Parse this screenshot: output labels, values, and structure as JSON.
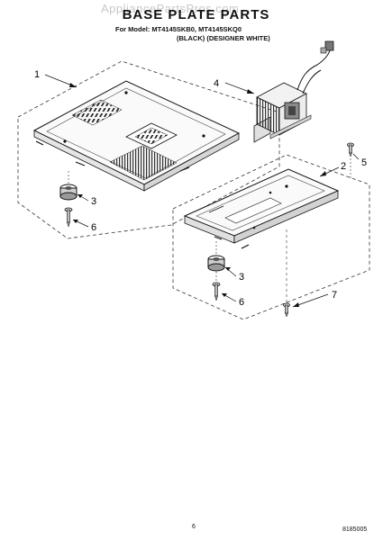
{
  "header": {
    "watermark": "AppliancePartsPros.com",
    "title": "BASE PLATE PARTS",
    "model_line": "For Model: MT4145SKB0, MT4145SKQ0",
    "variant_line": "(BLACK) (DESIGNER WHITE)"
  },
  "callouts": {
    "c1": "1",
    "c2": "2",
    "c3a": "3",
    "c3b": "3",
    "c4": "4",
    "c5": "5",
    "c6a": "6",
    "c6b": "6",
    "c7": "7"
  },
  "footer": {
    "page_number": "6",
    "doc_code": "8185005"
  }
}
